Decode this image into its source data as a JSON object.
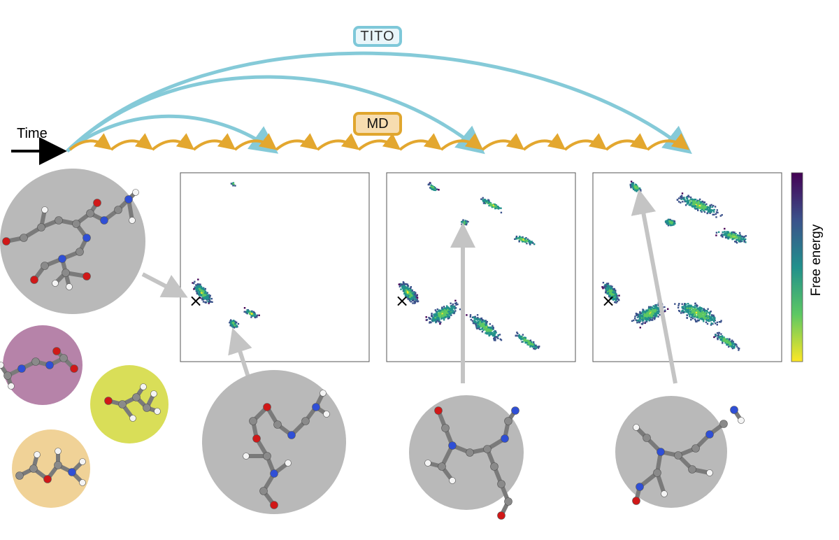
{
  "labels": {
    "time": "Time",
    "tito": "TITO",
    "md": "MD",
    "colorbar": "Free energy"
  },
  "colors": {
    "tito_arrow": "#85cad8",
    "md_arrow": "#e3a72f",
    "arrow_gray": "#c4c4c4",
    "circle_gray": "#b9b9b9",
    "circle_purple": "#b683a9",
    "circle_yellow": "#d9de58",
    "circle_orange": "#f0d297",
    "atom_carbon": "#8a8a8a",
    "atom_oxygen": "#d01818",
    "atom_nitrogen": "#2f4fd6",
    "atom_hydrogen": "#f4f4f4",
    "colormap": [
      "#440154",
      "#3b528b",
      "#21908c",
      "#5dc863",
      "#fde725"
    ]
  },
  "panels": [
    {
      "name": "free-energy-panel-1",
      "marker": "start-state-marker"
    },
    {
      "name": "free-energy-panel-2",
      "marker": "start-state-marker"
    },
    {
      "name": "free-energy-panel-3",
      "marker": "start-state-marker"
    }
  ],
  "molecules": [
    {
      "name": "molecule-initial",
      "icon": "peptide-3d-icon"
    },
    {
      "name": "molecule-example-purple",
      "icon": "peptide-3d-icon"
    },
    {
      "name": "molecule-example-yellow",
      "icon": "peptide-3d-icon"
    },
    {
      "name": "molecule-example-orange",
      "icon": "peptide-3d-icon"
    },
    {
      "name": "molecule-state-1",
      "icon": "peptide-3d-icon"
    },
    {
      "name": "molecule-state-2",
      "icon": "peptide-3d-icon"
    },
    {
      "name": "molecule-state-3",
      "icon": "peptide-3d-icon"
    }
  ]
}
